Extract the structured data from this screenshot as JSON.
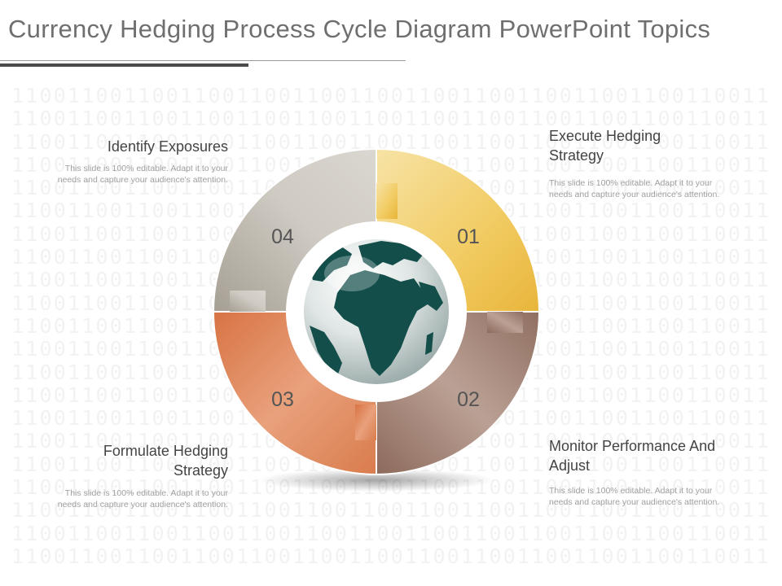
{
  "title": "Currency Hedging Process Cycle Diagram PowerPoint Topics",
  "background_pattern_row": "110011001100110011001100110011001100110011001100110011",
  "segments": [
    {
      "number": "01",
      "label_line1": "Execute Hedging",
      "label_line2": "Strategy",
      "desc_line1": "This slide is 100% editable. Adapt it to your",
      "desc_line2": "needs and capture your audience's attention.",
      "color": "#f0c24d"
    },
    {
      "number": "02",
      "label_line1": "Monitor Performance And",
      "label_line2": "Adjust",
      "desc_line1": "This slide is 100% editable. Adapt it to your",
      "desc_line2": "needs and capture your audience's attention.",
      "color": "#9c7d70"
    },
    {
      "number": "03",
      "label_line1": "Formulate Hedging",
      "label_line2": "Strategy",
      "desc_line1": "This slide is 100% editable. Adapt it to your",
      "desc_line2": "needs and capture your audience's attention.",
      "color": "#de8457"
    },
    {
      "number": "04",
      "label_line1": "Identify Exposures",
      "desc_line1": "This slide is 100% editable. Adapt it to your",
      "desc_line2": "needs and capture your audience's attention.",
      "color": "#b3aea4"
    }
  ],
  "center_icon": "globe-icon"
}
